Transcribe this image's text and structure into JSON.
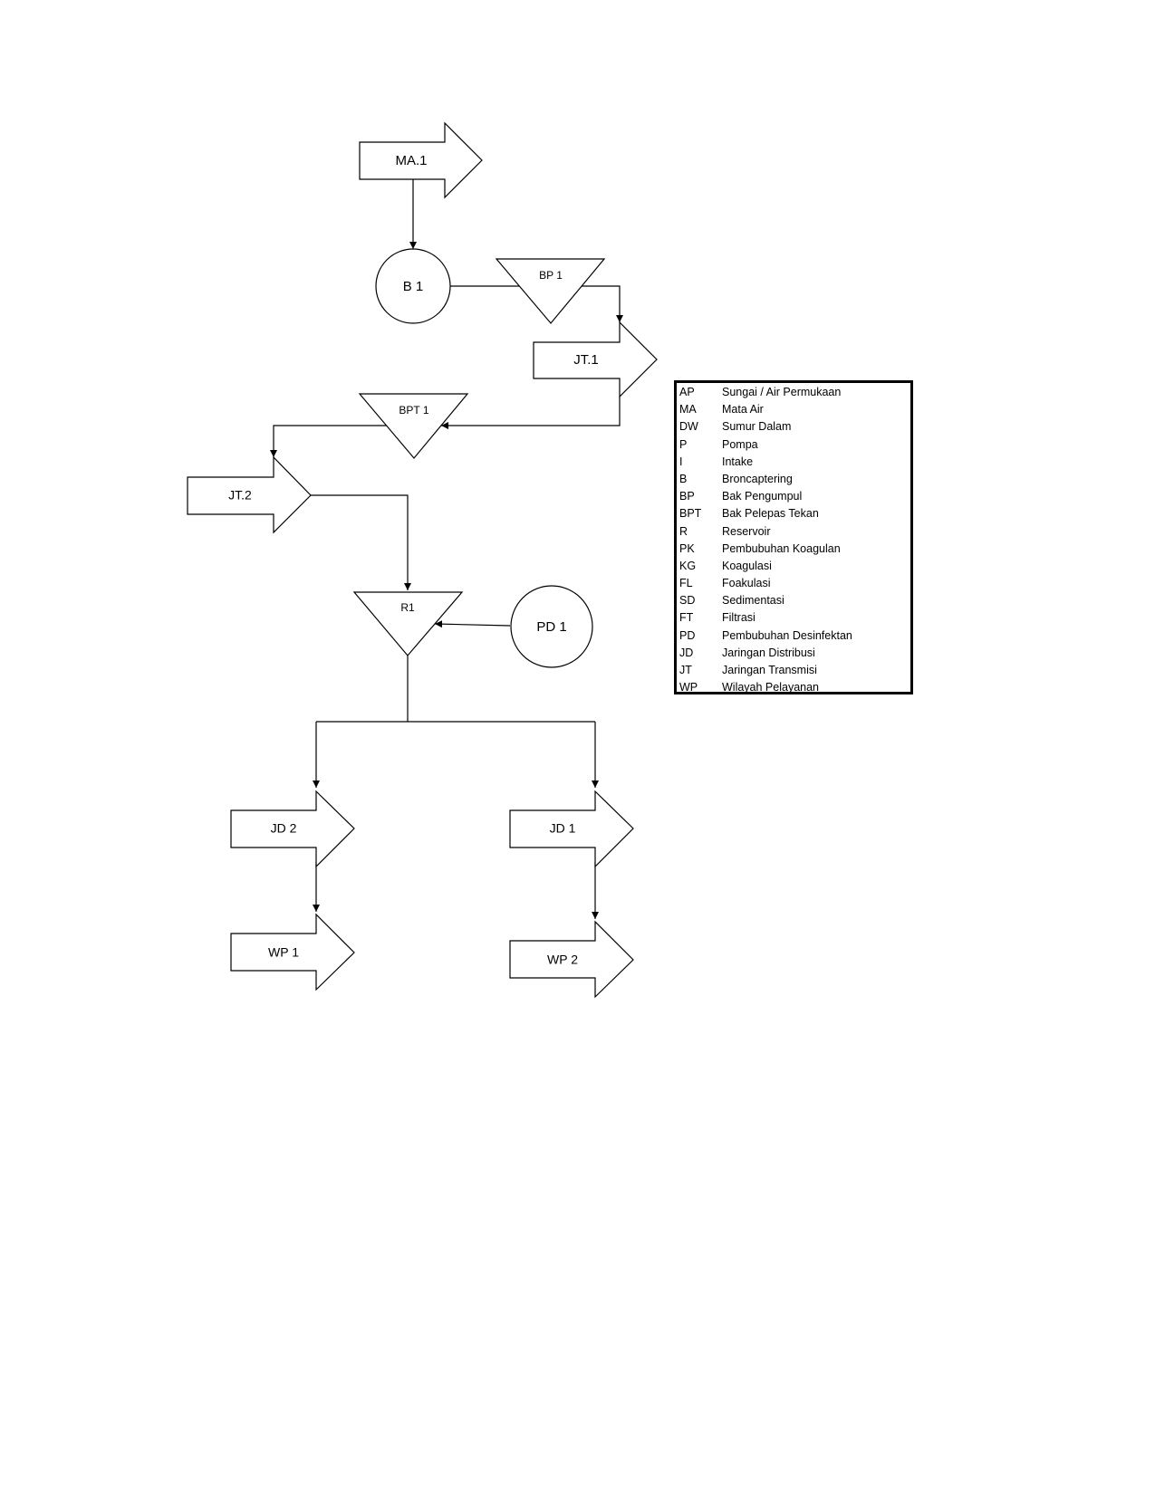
{
  "nodes": {
    "ma1": "MA.1",
    "b1": "B 1",
    "bp1": "BP 1",
    "jt1": "JT.1",
    "bpt1": "BPT 1",
    "jt2": "JT.2",
    "r1": "R1",
    "pd1": "PD 1",
    "jd2": "JD 2",
    "jd1": "JD 1",
    "wp1": "WP 1",
    "wp2": "WP 2"
  },
  "legend": [
    {
      "code": "AP",
      "desc": "Sungai / Air Permukaan"
    },
    {
      "code": "MA",
      "desc": "Mata Air"
    },
    {
      "code": "DW",
      "desc": "Sumur Dalam"
    },
    {
      "code": "P",
      "desc": "Pompa"
    },
    {
      "code": "I",
      "desc": "Intake"
    },
    {
      "code": "B",
      "desc": "Broncaptering"
    },
    {
      "code": "BP",
      "desc": "Bak Pengumpul"
    },
    {
      "code": "BPT",
      "desc": "Bak Pelepas Tekan"
    },
    {
      "code": "R",
      "desc": "Reservoir"
    },
    {
      "code": "PK",
      "desc": "Pembubuhan Koagulan"
    },
    {
      "code": "KG",
      "desc": "Koagulasi"
    },
    {
      "code": "FL",
      "desc": "Foakulasi"
    },
    {
      "code": "SD",
      "desc": "Sedimentasi"
    },
    {
      "code": "FT",
      "desc": "Filtrasi"
    },
    {
      "code": "PD",
      "desc": "Pembubuhan Desinfektan"
    },
    {
      "code": "JD",
      "desc": "Jaringan Distribusi"
    },
    {
      "code": "JT",
      "desc": "Jaringan Transmisi"
    },
    {
      "code": "WP",
      "desc": "Wilayah Pelayanan"
    }
  ]
}
